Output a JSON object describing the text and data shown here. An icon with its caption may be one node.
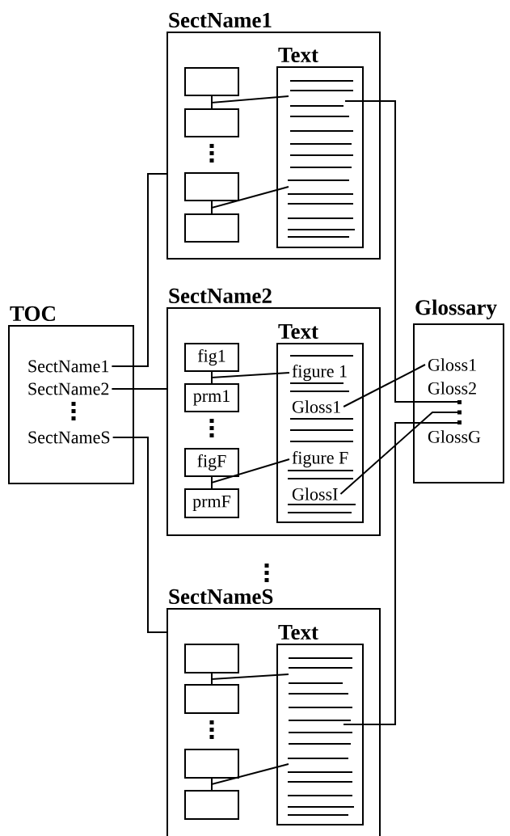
{
  "diagram": {
    "nodes": [
      {
        "text": [
          "SectName1"
        ]
      },
      {
        "text": [
          "Text"
        ],
        "in": 0
      },
      {
        "text": [],
        "shape": "box",
        "in": 0
      },
      {
        "text": [],
        "shape": "box",
        "in": 0
      },
      {
        "text": [],
        "shape": "box",
        "in": 0
      },
      {
        "text": [],
        "shape": "box",
        "in": 0
      },
      {
        "text": [
          "TOC"
        ]
      },
      {
        "text": [
          "SectName1"
        ],
        "in": 6
      },
      {
        "text": [
          "SectName2"
        ],
        "in": 6
      },
      {
        "text": [
          "SectNameS"
        ],
        "in": 6
      },
      {
        "text": [
          "SectName2"
        ]
      },
      {
        "text": [
          "fig1"
        ],
        "in": 10
      },
      {
        "text": [
          "Text"
        ],
        "in": 10
      },
      {
        "text": [
          "figure 1"
        ],
        "in": 12
      },
      {
        "text": [
          "prm1"
        ],
        "in": 10
      },
      {
        "text": [
          "Gloss1"
        ],
        "in": 12
      },
      {
        "text": [
          "figF"
        ],
        "in": 10
      },
      {
        "text": [
          "figure F"
        ],
        "in": 12
      },
      {
        "text": [
          "prmF"
        ],
        "in": 10
      },
      {
        "text": [
          "GlossI"
        ],
        "in": 12
      },
      {
        "text": [
          "Glossary"
        ]
      },
      {
        "text": [
          "Gloss1"
        ],
        "in": 20
      },
      {
        "text": [
          "Gloss2"
        ],
        "in": 20
      },
      {
        "text": [],
        "shape": "dots",
        "in": 20
      },
      {
        "text": [
          "GlossG"
        ],
        "in": 20
      },
      {
        "text": [
          "SectNameS"
        ]
      },
      {
        "text": [
          "Text"
        ],
        "in": 25
      },
      {
        "text": [],
        "shape": "box",
        "in": 25
      },
      {
        "text": [],
        "shape": "box",
        "in": 25
      },
      {
        "text": [],
        "shape": "box",
        "in": 25
      },
      {
        "text": [],
        "shape": "box",
        "in": 25
      }
    ],
    "edges": [
      {
        "from": 2,
        "to": 3,
        "arrow": "none"
      },
      {
        "from": 2,
        "to": 1,
        "arrow": "none"
      },
      {
        "from": 4,
        "to": 5,
        "arrow": "none"
      },
      {
        "from": 4,
        "to": 1,
        "arrow": "none"
      },
      {
        "from": 7,
        "to": 0,
        "arrow": "none"
      },
      {
        "from": 8,
        "to": 10,
        "arrow": "none"
      },
      {
        "from": 9,
        "to": 25,
        "arrow": "none"
      },
      {
        "from": 11,
        "to": 14,
        "arrow": "none"
      },
      {
        "from": 11,
        "to": 13,
        "arrow": "none"
      },
      {
        "from": 16,
        "to": 18,
        "arrow": "none"
      },
      {
        "from": 16,
        "to": 17,
        "arrow": "none"
      },
      {
        "from": 15,
        "to": 21,
        "arrow": "none"
      },
      {
        "from": 19,
        "to": 23,
        "arrow": "none"
      },
      {
        "from": 1,
        "to": 23,
        "arrow": "none"
      },
      {
        "from": 26,
        "to": 23,
        "arrow": "none"
      },
      {
        "from": 27,
        "to": 28,
        "arrow": "none"
      },
      {
        "from": 27,
        "to": 26,
        "arrow": "none"
      },
      {
        "from": 29,
        "to": 30,
        "arrow": "none"
      },
      {
        "from": 29,
        "to": 26,
        "arrow": "none"
      }
    ]
  }
}
